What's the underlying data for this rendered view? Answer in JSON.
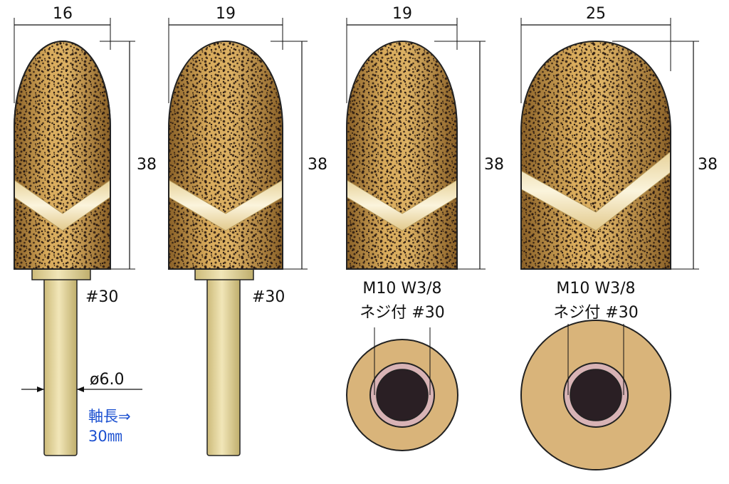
{
  "colors": {
    "abrasive": "#c79a4e",
    "abrasive_dark": "#8a6128",
    "band": "#f4e9c8",
    "shank": "#e2d49a",
    "collar": "#e9dca8",
    "dots": "#2a1a10",
    "face": "#d9b47a",
    "bore": "#2a1f24",
    "bore_ring": "#d8b3b5",
    "note_text": "#1a4fd0"
  },
  "tools": [
    {
      "width_label": "16",
      "height_label": "38",
      "grit_label": "#30",
      "mount": "shank",
      "shaft_dia_label": "ø6.0",
      "shaft_note": [
        "軸長⇒",
        "30㎜"
      ]
    },
    {
      "width_label": "19",
      "height_label": "38",
      "grit_label": "#30",
      "mount": "shank"
    },
    {
      "width_label": "19",
      "height_label": "38",
      "mount": "thread",
      "thread_label": "M10 W3/8",
      "thread_label2": "ネジ付 #30"
    },
    {
      "width_label": "25",
      "height_label": "38",
      "mount": "thread",
      "thread_label": "M10 W3/8",
      "thread_label2": "ネジ付 #30"
    }
  ]
}
